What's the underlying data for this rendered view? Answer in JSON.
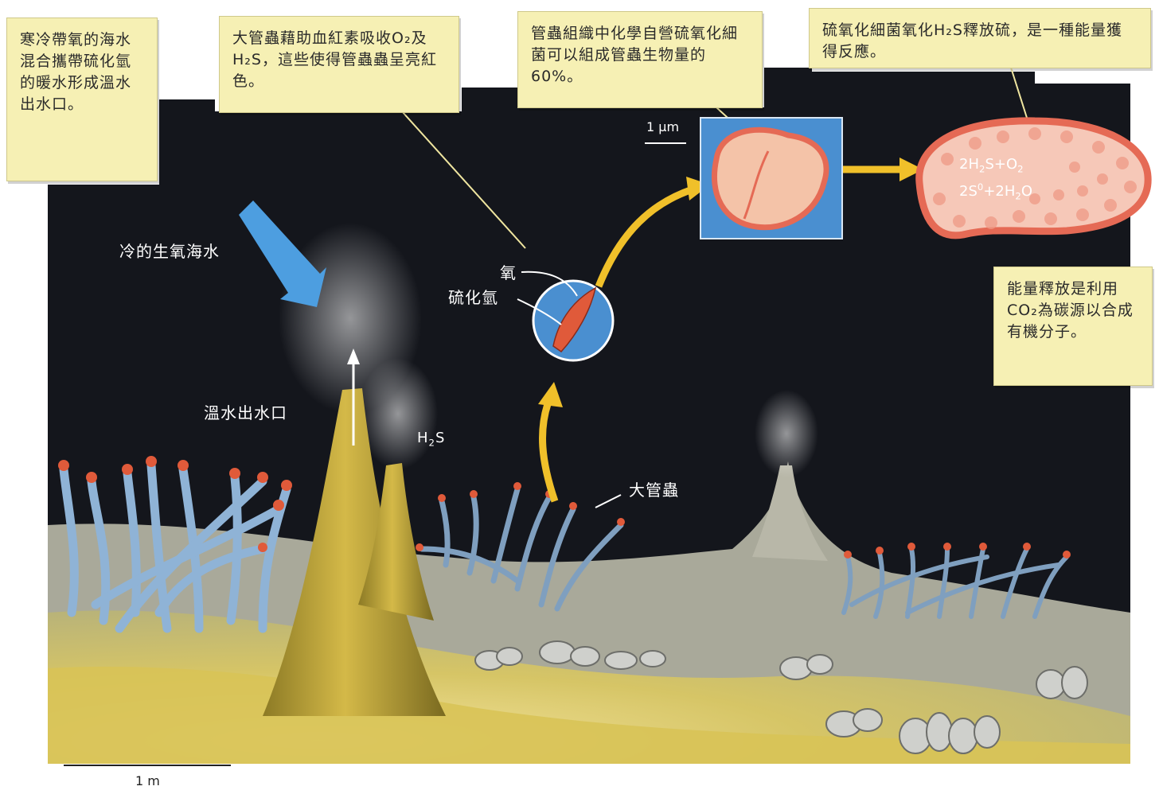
{
  "callouts": {
    "cold_water": "寒冷帶氧的海水混合攜帶硫化氫的暖水形成溫水出水口。",
    "tubeworm_blood": "大管蟲藉助血紅素吸收O₂及H₂S，這些使得管蟲蟲呈亮紅色。",
    "bacteria_mass": "管蟲組織中化學自營硫氧化細菌可以組成管蟲生物量的60%。",
    "oxidation": "硫氧化細菌氧化H₂S釋放硫，是一種能量獲得反應。",
    "energy_use": "能量釋放是利用CO₂為碳源以合成有機分子。"
  },
  "labels": {
    "cold_seawater": "冷的生氧海水",
    "vent": "溫水出水口",
    "h2s_main": "H",
    "h2s_sub": "2",
    "h2s_tail": "S",
    "oxygen": "氧",
    "hydrogen_sulfide": "硫化氫",
    "giant_tubeworm": "大管蟲"
  },
  "equation": {
    "line1_a": "2H",
    "line1_sub1": "2",
    "line1_b": "S+O",
    "line1_sub2": "2",
    "line2_a": "2S",
    "line2_sup": "0",
    "line2_b": "+2H",
    "line2_sub": "2",
    "line2_c": "O"
  },
  "scales": {
    "micro": "1 μm",
    "macro": "1 m"
  },
  "colors": {
    "ocean": "#14161c",
    "seafloor": "#d9c35c",
    "callout_bg": "#f6f0b4",
    "inset_blue": "#4a8fd0",
    "bacteria_red": "#e56a55",
    "arrow_yellow": "#f0c02a",
    "arrow_blue": "#4d9ee0",
    "tube_blue": "#8fb3d6",
    "plume_tip": "#e05a3a"
  }
}
